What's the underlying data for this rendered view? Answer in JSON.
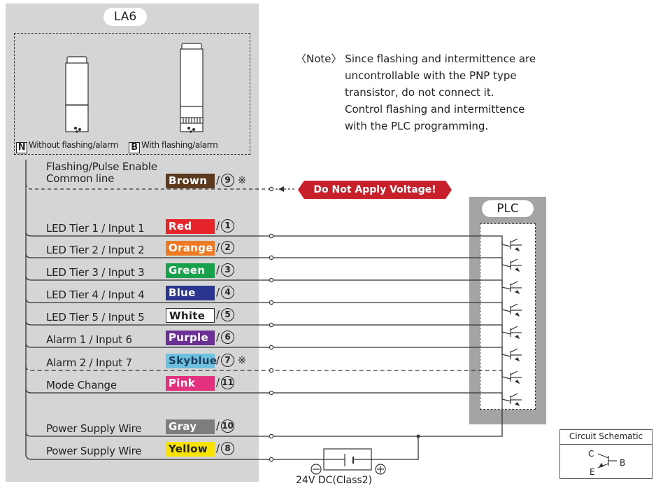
{
  "device": {
    "name": "LA6",
    "variants": [
      {
        "letter": "N",
        "label": "Without flashing/alarm"
      },
      {
        "letter": "B",
        "label": "With flashing/alarm"
      }
    ]
  },
  "wires": [
    {
      "function": "Flashing/Pulse Enable",
      "function2": "Common line",
      "color_name": "Brown",
      "color": "#5b3a1e",
      "text_color": "#ffffff",
      "pin": "9",
      "ref": "※",
      "dashed": true
    },
    {
      "function": "LED Tier 1 / Input 1",
      "color_name": "Red",
      "color": "#e8242b",
      "text_color": "#ffffff",
      "pin": "1",
      "ref": "",
      "dashed": false
    },
    {
      "function": "LED Tier 2 / Input 2",
      "color_name": "Orange",
      "color": "#ef7a24",
      "text_color": "#ffffff",
      "pin": "2",
      "ref": "",
      "dashed": false
    },
    {
      "function": "LED Tier 3 / Input 3",
      "color_name": "Green",
      "color": "#17a14a",
      "text_color": "#ffffff",
      "pin": "3",
      "ref": "",
      "dashed": false
    },
    {
      "function": "LED Tier 4 / Input 4",
      "color_name": "Blue",
      "color": "#2a3590",
      "text_color": "#ffffff",
      "pin": "4",
      "ref": "",
      "dashed": false
    },
    {
      "function": "LED Tier 5 / Input 5",
      "color_name": "White",
      "color": "#ffffff",
      "text_color": "#222222",
      "pin": "5",
      "ref": "",
      "dashed": false
    },
    {
      "function": "Alarm 1 / Input 6",
      "color_name": "Purple",
      "color": "#6b2f95",
      "text_color": "#ffffff",
      "pin": "6",
      "ref": "",
      "dashed": false
    },
    {
      "function": "Alarm 2 / Input 7",
      "color_name": "Skyblue",
      "color": "#6ec0e0",
      "text_color": "#1f3d5a",
      "pin": "7",
      "ref": "※",
      "dashed": true
    },
    {
      "function": "Mode Change",
      "color_name": "Pink",
      "color": "#e4317f",
      "text_color": "#ffffff",
      "pin": "11",
      "ref": "",
      "dashed": false
    },
    {
      "function": "Power Supply Wire",
      "color_name": "Gray",
      "color": "#7d7d7d",
      "text_color": "#ffffff",
      "pin": "10",
      "ref": "",
      "dashed": false
    },
    {
      "function": "Power Supply Wire",
      "color_name": "Yellow",
      "color": "#f7e200",
      "text_color": "#222222",
      "pin": "8",
      "ref": "",
      "dashed": false
    }
  ],
  "note": {
    "prefix": "〈Note〉",
    "lines": [
      "Since flashing and intermittence are",
      "uncontrollable with the PNP type",
      "transistor, do not connect it.",
      "Control flashing and intermittence",
      "with the PLC programming."
    ]
  },
  "warning": "Do Not Apply Voltage!",
  "plc": {
    "name": "PLC"
  },
  "supply": {
    "label": "24V DC(Class2)"
  },
  "schematic": {
    "title": "Circuit Schematic",
    "c": "C",
    "b": "B",
    "e": "E"
  }
}
